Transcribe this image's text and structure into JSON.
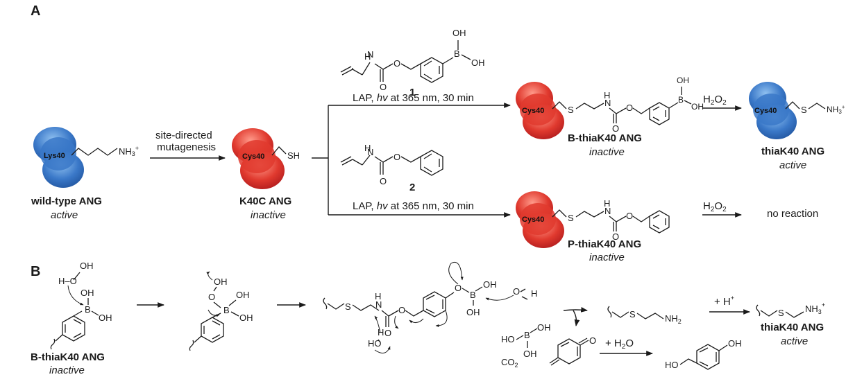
{
  "panels": {
    "a": "A",
    "b": "B"
  },
  "proteins": {
    "wildtype": {
      "site": "Lys40",
      "group": "NH3+",
      "name": "wild-type ANG",
      "state": "active",
      "color": "#3a78c8"
    },
    "k40c": {
      "site": "Cys40",
      "group": "SH",
      "name": "K40C ANG",
      "state": "inactive",
      "color": "#e0392e"
    },
    "bthia": {
      "site": "Cys40",
      "name": "B-thiaK40 ANG",
      "state": "inactive",
      "color": "#e0392e"
    },
    "thia": {
      "site": "Cys40",
      "name": "thiaK40 ANG",
      "state": "active",
      "color": "#3a78c8"
    },
    "pthia": {
      "site": "Cys40",
      "name": "P-thiaK40 ANG",
      "state": "inactive",
      "color": "#e0392e"
    }
  },
  "arrows": {
    "mutagenesis_line1": "site-directed",
    "mutagenesis_line2": "mutagenesis",
    "lap_prefix": "LAP,",
    "hv": "hv",
    "lap_suffix": "at 365 nm, 30 min",
    "h2o2": "H2O2",
    "no_reaction": "no reaction",
    "plus_h": "+ H+",
    "plus_h2o": "+ H2O"
  },
  "reagents": {
    "compound1": "1",
    "compound2": "2"
  },
  "atoms": {
    "O": "O",
    "H": "H",
    "OH": "OH",
    "HO": "HO",
    "B": "B",
    "S": "S",
    "NH2": "NH2",
    "NH3": "NH3+",
    "CO2": "CO2",
    "HOO": "H–O"
  },
  "panel_b": {
    "start_name": "B-thiaK40 ANG",
    "start_state": "inactive",
    "end_name": "thiaK40 ANG",
    "end_state": "active"
  }
}
